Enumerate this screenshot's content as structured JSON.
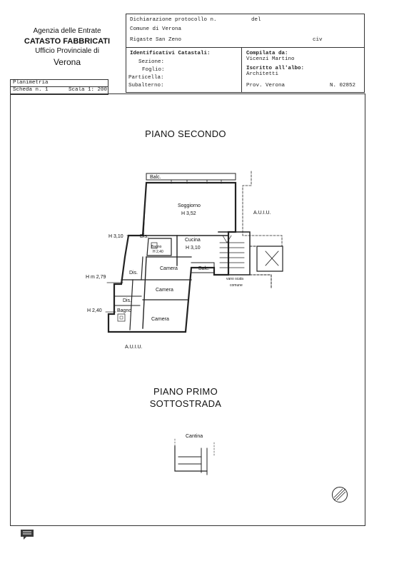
{
  "office": {
    "agency": "Agenzia delle Entrate",
    "dept": "CATASTO FABBRICATI",
    "unit": "Ufficio Provinciale di",
    "city": "Verona"
  },
  "header": {
    "protocol": "Dichiarazione protocollo n.",
    "del": "del",
    "comune": "Comune di Verona",
    "address": "Rigaste San Zeno",
    "civ": "civ",
    "identificativi": "Identificativi Catastali:",
    "sezione": "Sezione:",
    "foglio": "Foglio:",
    "particella": "Particella:",
    "subalterno": "Subalterno:",
    "compilata": "Compilata da:",
    "compiler": "Vicenzi Martino",
    "iscritto": "Iscritto all'albo:",
    "albo": "Architetti",
    "prov": "Prov. Verona",
    "numero": "N. 02852"
  },
  "sheet": {
    "type": "Planimetria",
    "scheda": "Scheda n. 1",
    "scala": "Scala 1: 200"
  },
  "plan": {
    "floor2": "PIANO SECONDO",
    "floor1_line1": "PIANO PRIMO",
    "floor1_line2": "SOTTOSTRADA",
    "rooms": {
      "balc_top": "Balc.",
      "soggiorno": "Soggiorno",
      "soggiorno_h": "H 3,52",
      "auiu_right": "A.U.I.U.",
      "h310": "H 3,10",
      "dis1": "Dis.",
      "bagno1": "Bagno",
      "bagno1_h": "H 2,40",
      "cucina": "Cucina",
      "cucina_h": "H 3,10",
      "camera1": "Camera",
      "balc2": "Balc.",
      "vano_scala": "vano scala",
      "comune": "comune",
      "hm279": "H m 2,79",
      "dis2": "Dis.",
      "camera2": "Camera",
      "h240": "H 2,40",
      "dis3": "Dis.",
      "bagno2": "Bagno",
      "camera3": "Camera",
      "auiu_bottom": "A.U.I.U.",
      "cantina": "Cantina"
    }
  },
  "icons": {
    "north": "north-arrow-icon",
    "note": "note-icon"
  }
}
